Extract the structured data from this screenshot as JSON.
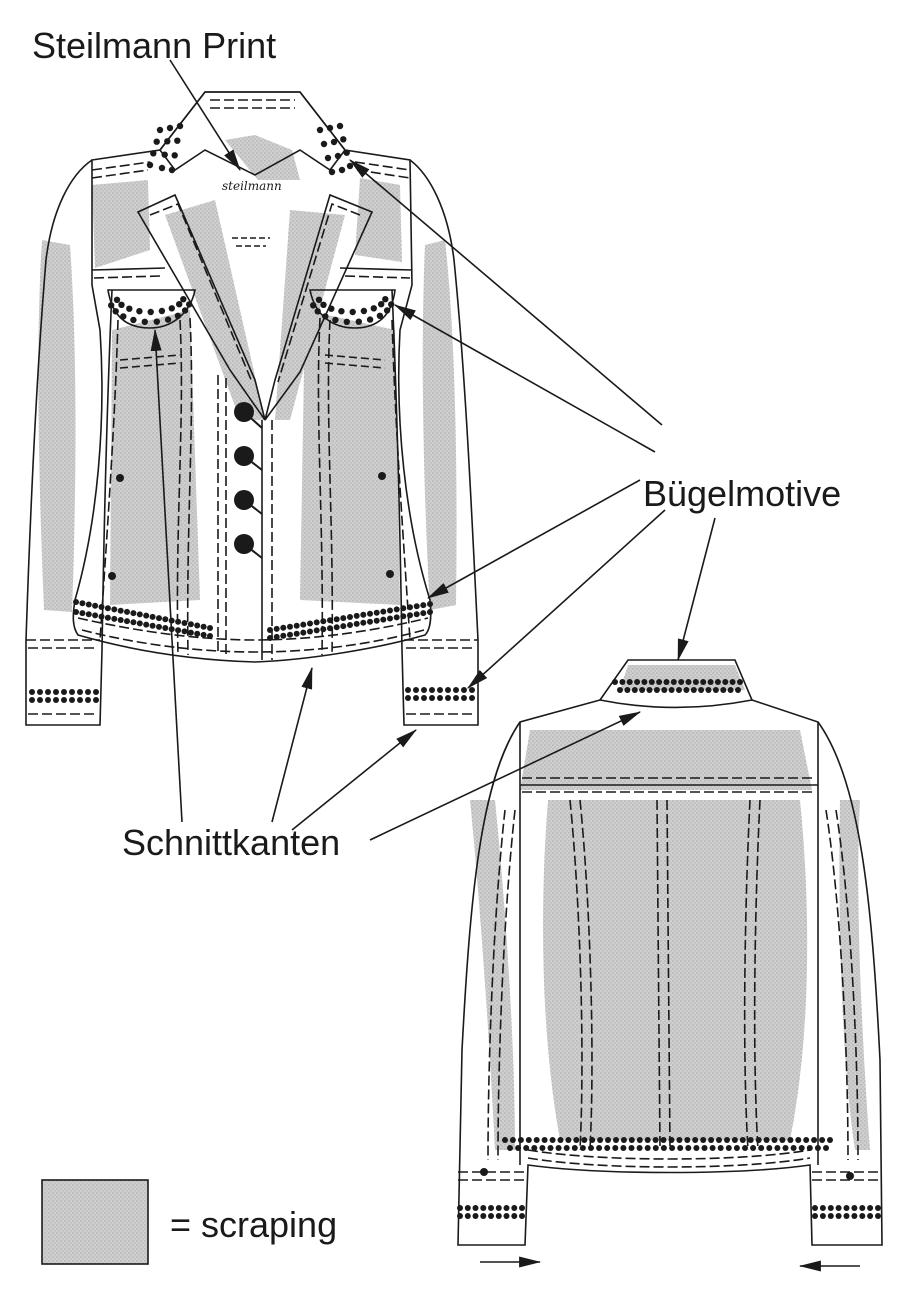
{
  "labels": {
    "print": "Steilmann Print",
    "motifs": "Bügelmotive",
    "edges": "Schnittkanten",
    "legend": "= scraping",
    "logo": "steilmann"
  },
  "colors": {
    "ink": "#1a1a1a",
    "scraping": "#c9c9c9",
    "scraping_dots": "#b0b0b0",
    "paper": "#ffffff"
  }
}
